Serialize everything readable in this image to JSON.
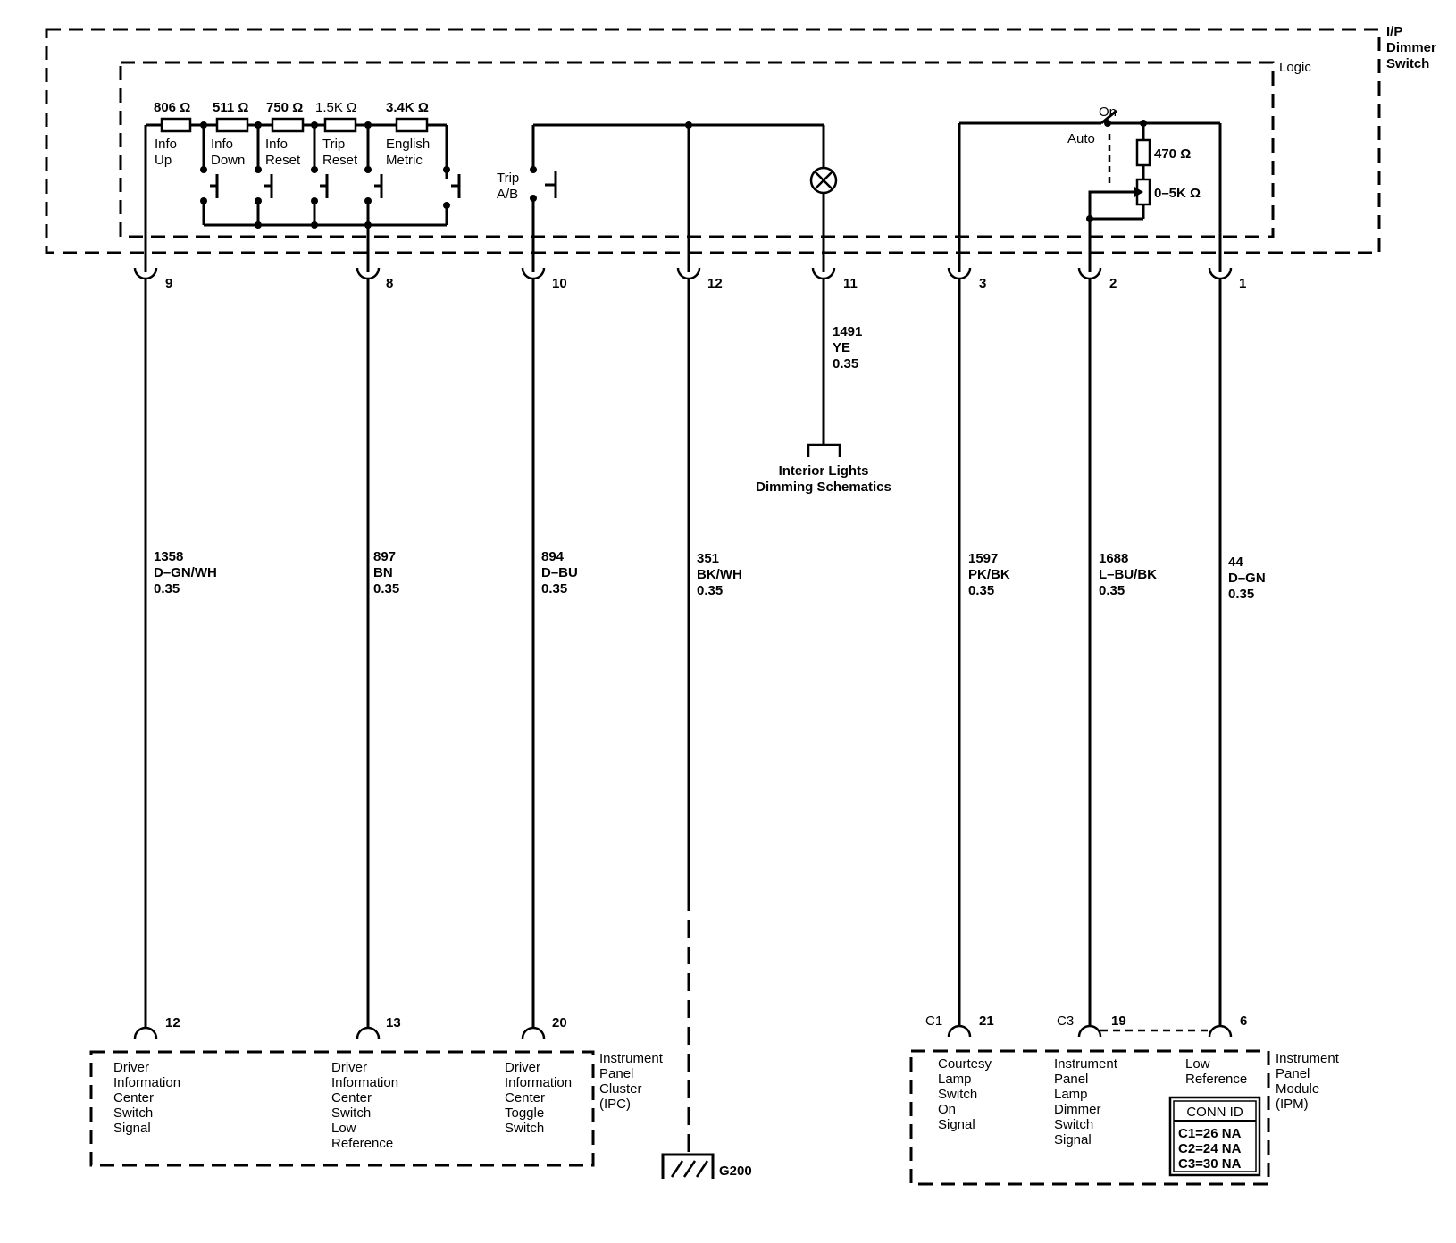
{
  "component": {
    "label_line1": "I/P",
    "label_line2": "Dimmer",
    "label_line3": "Switch"
  },
  "logic_label": "Logic",
  "resistors": [
    {
      "value": "806 Ω",
      "switch_l1": "Info",
      "switch_l2": "Up"
    },
    {
      "value": "511 Ω",
      "switch_l1": "Info",
      "switch_l2": "Down"
    },
    {
      "value": "750 Ω",
      "switch_l1": "Info",
      "switch_l2": "Reset"
    },
    {
      "value": "1.5K Ω",
      "switch_l1": "Trip",
      "switch_l2": "Reset"
    },
    {
      "value": "3.4K Ω",
      "switch_l1": "English",
      "switch_l2": "Metric"
    }
  ],
  "trip_switch": {
    "l1": "Trip",
    "l2": "A/B"
  },
  "dimmer": {
    "on": "On",
    "auto": "Auto",
    "r_fixed": "470 Ω",
    "r_var": "0–5K Ω"
  },
  "pins_top": [
    "9",
    "8",
    "10",
    "12",
    "11",
    "3",
    "2",
    "1"
  ],
  "wires": [
    {
      "circuit": "1358",
      "color": "D–GN/WH",
      "size": "0.35"
    },
    {
      "circuit": "897",
      "color": "BN",
      "size": "0.35"
    },
    {
      "circuit": "894",
      "color": "D–BU",
      "size": "0.35"
    },
    {
      "circuit": "351",
      "color": "BK/WH",
      "size": "0.35"
    },
    {
      "circuit": "1597",
      "color": "PK/BK",
      "size": "0.35"
    },
    {
      "circuit": "1688",
      "color": "L–BU/BK",
      "size": "0.35"
    },
    {
      "circuit": "44",
      "color": "D–GN",
      "size": "0.35"
    }
  ],
  "lamp_wire": {
    "circuit": "1491",
    "color": "YE",
    "size": "0.35"
  },
  "interior_lights": {
    "l1": "Interior Lights",
    "l2": "Dimming Schematics"
  },
  "pins_bottom": [
    "12",
    "13",
    "20",
    "21",
    "19",
    "6"
  ],
  "conn_labels": [
    "C1",
    "C3"
  ],
  "ipc": {
    "title": [
      "Instrument",
      "Panel",
      "Cluster",
      "(IPC)"
    ],
    "col1": [
      "Driver",
      "Information",
      "Center",
      "Switch",
      "Signal"
    ],
    "col2": [
      "Driver",
      "Information",
      "Center",
      "Switch",
      "Low",
      "Reference"
    ],
    "col3": [
      "Driver",
      "Information",
      "Center",
      "Toggle",
      "Switch"
    ]
  },
  "ground": "G200",
  "ipm": {
    "title": [
      "Instrument",
      "Panel",
      "Module",
      "(IPM)"
    ],
    "col1": [
      "Courtesy",
      "Lamp",
      "Switch",
      "On",
      "Signal"
    ],
    "col2": [
      "Instrument",
      "Panel",
      "Lamp",
      "Dimmer",
      "Switch",
      "Signal"
    ],
    "col3": [
      "Low",
      "Reference"
    ],
    "conn_id": {
      "title": "CONN ID",
      "rows": [
        "C1=26 NA",
        "C2=24 NA",
        "C3=30 NA"
      ]
    }
  }
}
